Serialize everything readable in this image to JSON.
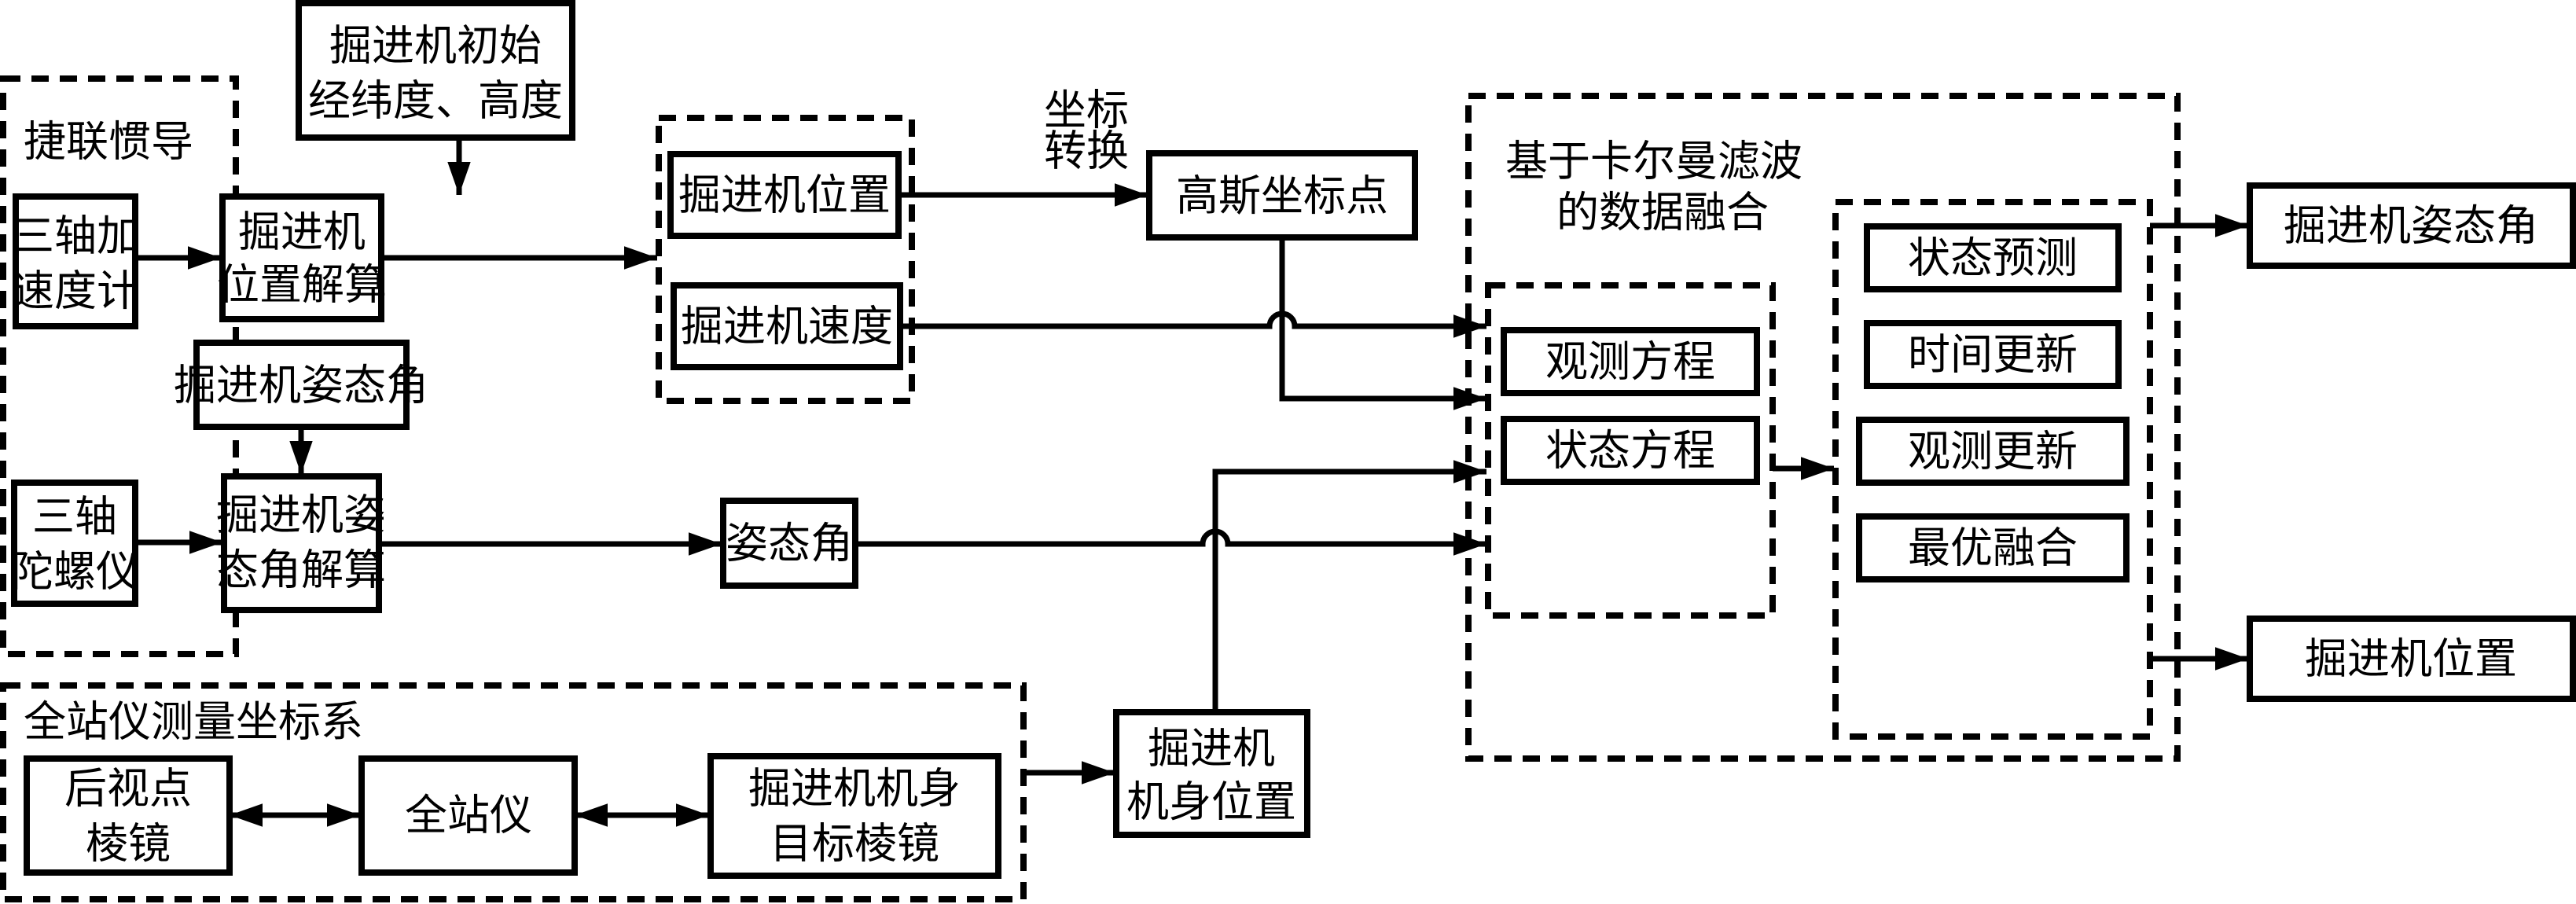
{
  "diagram": {
    "colors": {
      "stroke": "#000000",
      "background": "#ffffff"
    },
    "groups": {
      "sins": {
        "title": "捷联惯导"
      },
      "pos_vel": {
        "title": ""
      },
      "kalman": {
        "title_line1": "基于卡尔曼滤波",
        "title_line2": "的数据融合"
      },
      "total_station_frame": {
        "title": "全站仪测量坐标系"
      }
    },
    "nodes": {
      "initial_coords": {
        "line1": "掘进机初始",
        "line2": "经纬度、高度"
      },
      "accelerometer": {
        "line1": "三轴加",
        "line2": "速度计"
      },
      "position_solve": {
        "line1": "掘进机",
        "line2": "位置解算"
      },
      "attitude_input": {
        "line1": "掘进机姿态角"
      },
      "gyroscope": {
        "line1": "三轴",
        "line2": "陀螺仪"
      },
      "attitude_solve": {
        "line1": "掘进机姿",
        "line2": "态角解算"
      },
      "machine_position": {
        "line1": "掘进机位置"
      },
      "machine_velocity": {
        "line1": "掘进机速度"
      },
      "gauss_point": {
        "line1": "高斯坐标点"
      },
      "attitude_angle": {
        "line1": "姿态角"
      },
      "observation_eq": {
        "line1": "观测方程"
      },
      "state_eq": {
        "line1": "状态方程"
      },
      "state_predict": {
        "line1": "状态预测"
      },
      "time_update": {
        "line1": "时间更新"
      },
      "obs_update": {
        "line1": "观测更新"
      },
      "optimal_fusion": {
        "line1": "最优融合"
      },
      "out_attitude": {
        "line1": "掘进机姿态角"
      },
      "out_position": {
        "line1": "掘进机位置"
      },
      "backsight_prism": {
        "line1": "后视点",
        "line2": "棱镜"
      },
      "total_station": {
        "line1": "全站仪"
      },
      "body_prism": {
        "line1": "掘进机机身",
        "line2": "目标棱镜"
      },
      "body_position": {
        "line1": "掘进机",
        "line2": "机身位置"
      }
    },
    "edge_labels": {
      "coord_transform_line1": "坐标",
      "coord_transform_line2": "转换"
    }
  }
}
